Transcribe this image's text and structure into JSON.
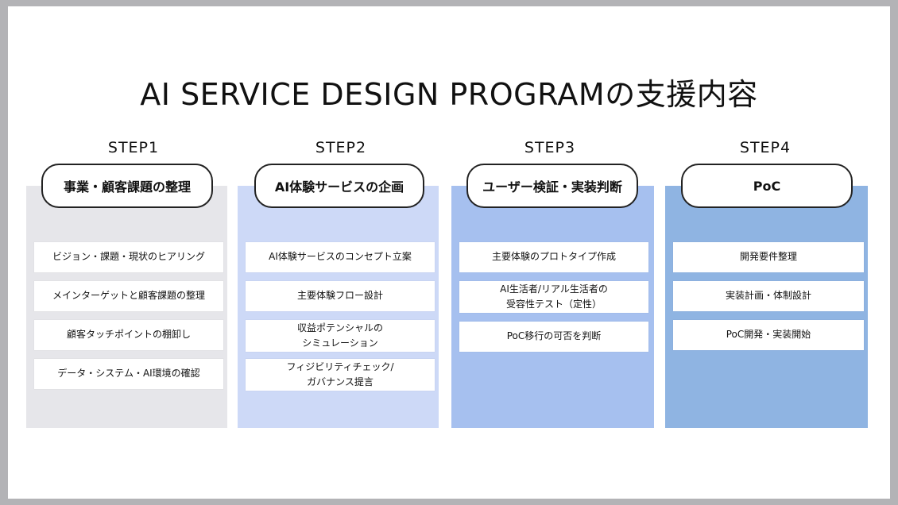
{
  "title": "AI SERVICE DESIGN PROGRAMの支援内容",
  "steps": [
    {
      "label": "STEP1",
      "heading": "事業・顧客課題の整理",
      "color": "#e6e6ea",
      "items": [
        "ビジョン・課題・現状のヒアリング",
        "メインターゲットと顧客課題の整理",
        "顧客タッチポイントの棚卸し",
        "データ・システム・AI環境の確認"
      ]
    },
    {
      "label": "STEP2",
      "heading": "AI体験サービスの企画",
      "color": "#cdd9f7",
      "items": [
        "AI体験サービスのコンセプト立案",
        "主要体験フロー設計",
        "収益ポテンシャルの\nシミュレーション",
        "フィジビリティチェック/\nガバナンス提言"
      ]
    },
    {
      "label": "STEP3",
      "heading": "ユーザー検証・実装判断",
      "color": "#a6c0ef",
      "items": [
        "主要体験のプロトタイプ作成",
        "AI生活者/リアル生活者の\n受容性テスト（定性）",
        "PoC移行の可否を判断"
      ]
    },
    {
      "label": "STEP4",
      "heading": "PoC",
      "color": "#8fb4e2",
      "items": [
        "開発要件整理",
        "実装計画・体制設計",
        "PoC開発・実装開始"
      ]
    }
  ]
}
